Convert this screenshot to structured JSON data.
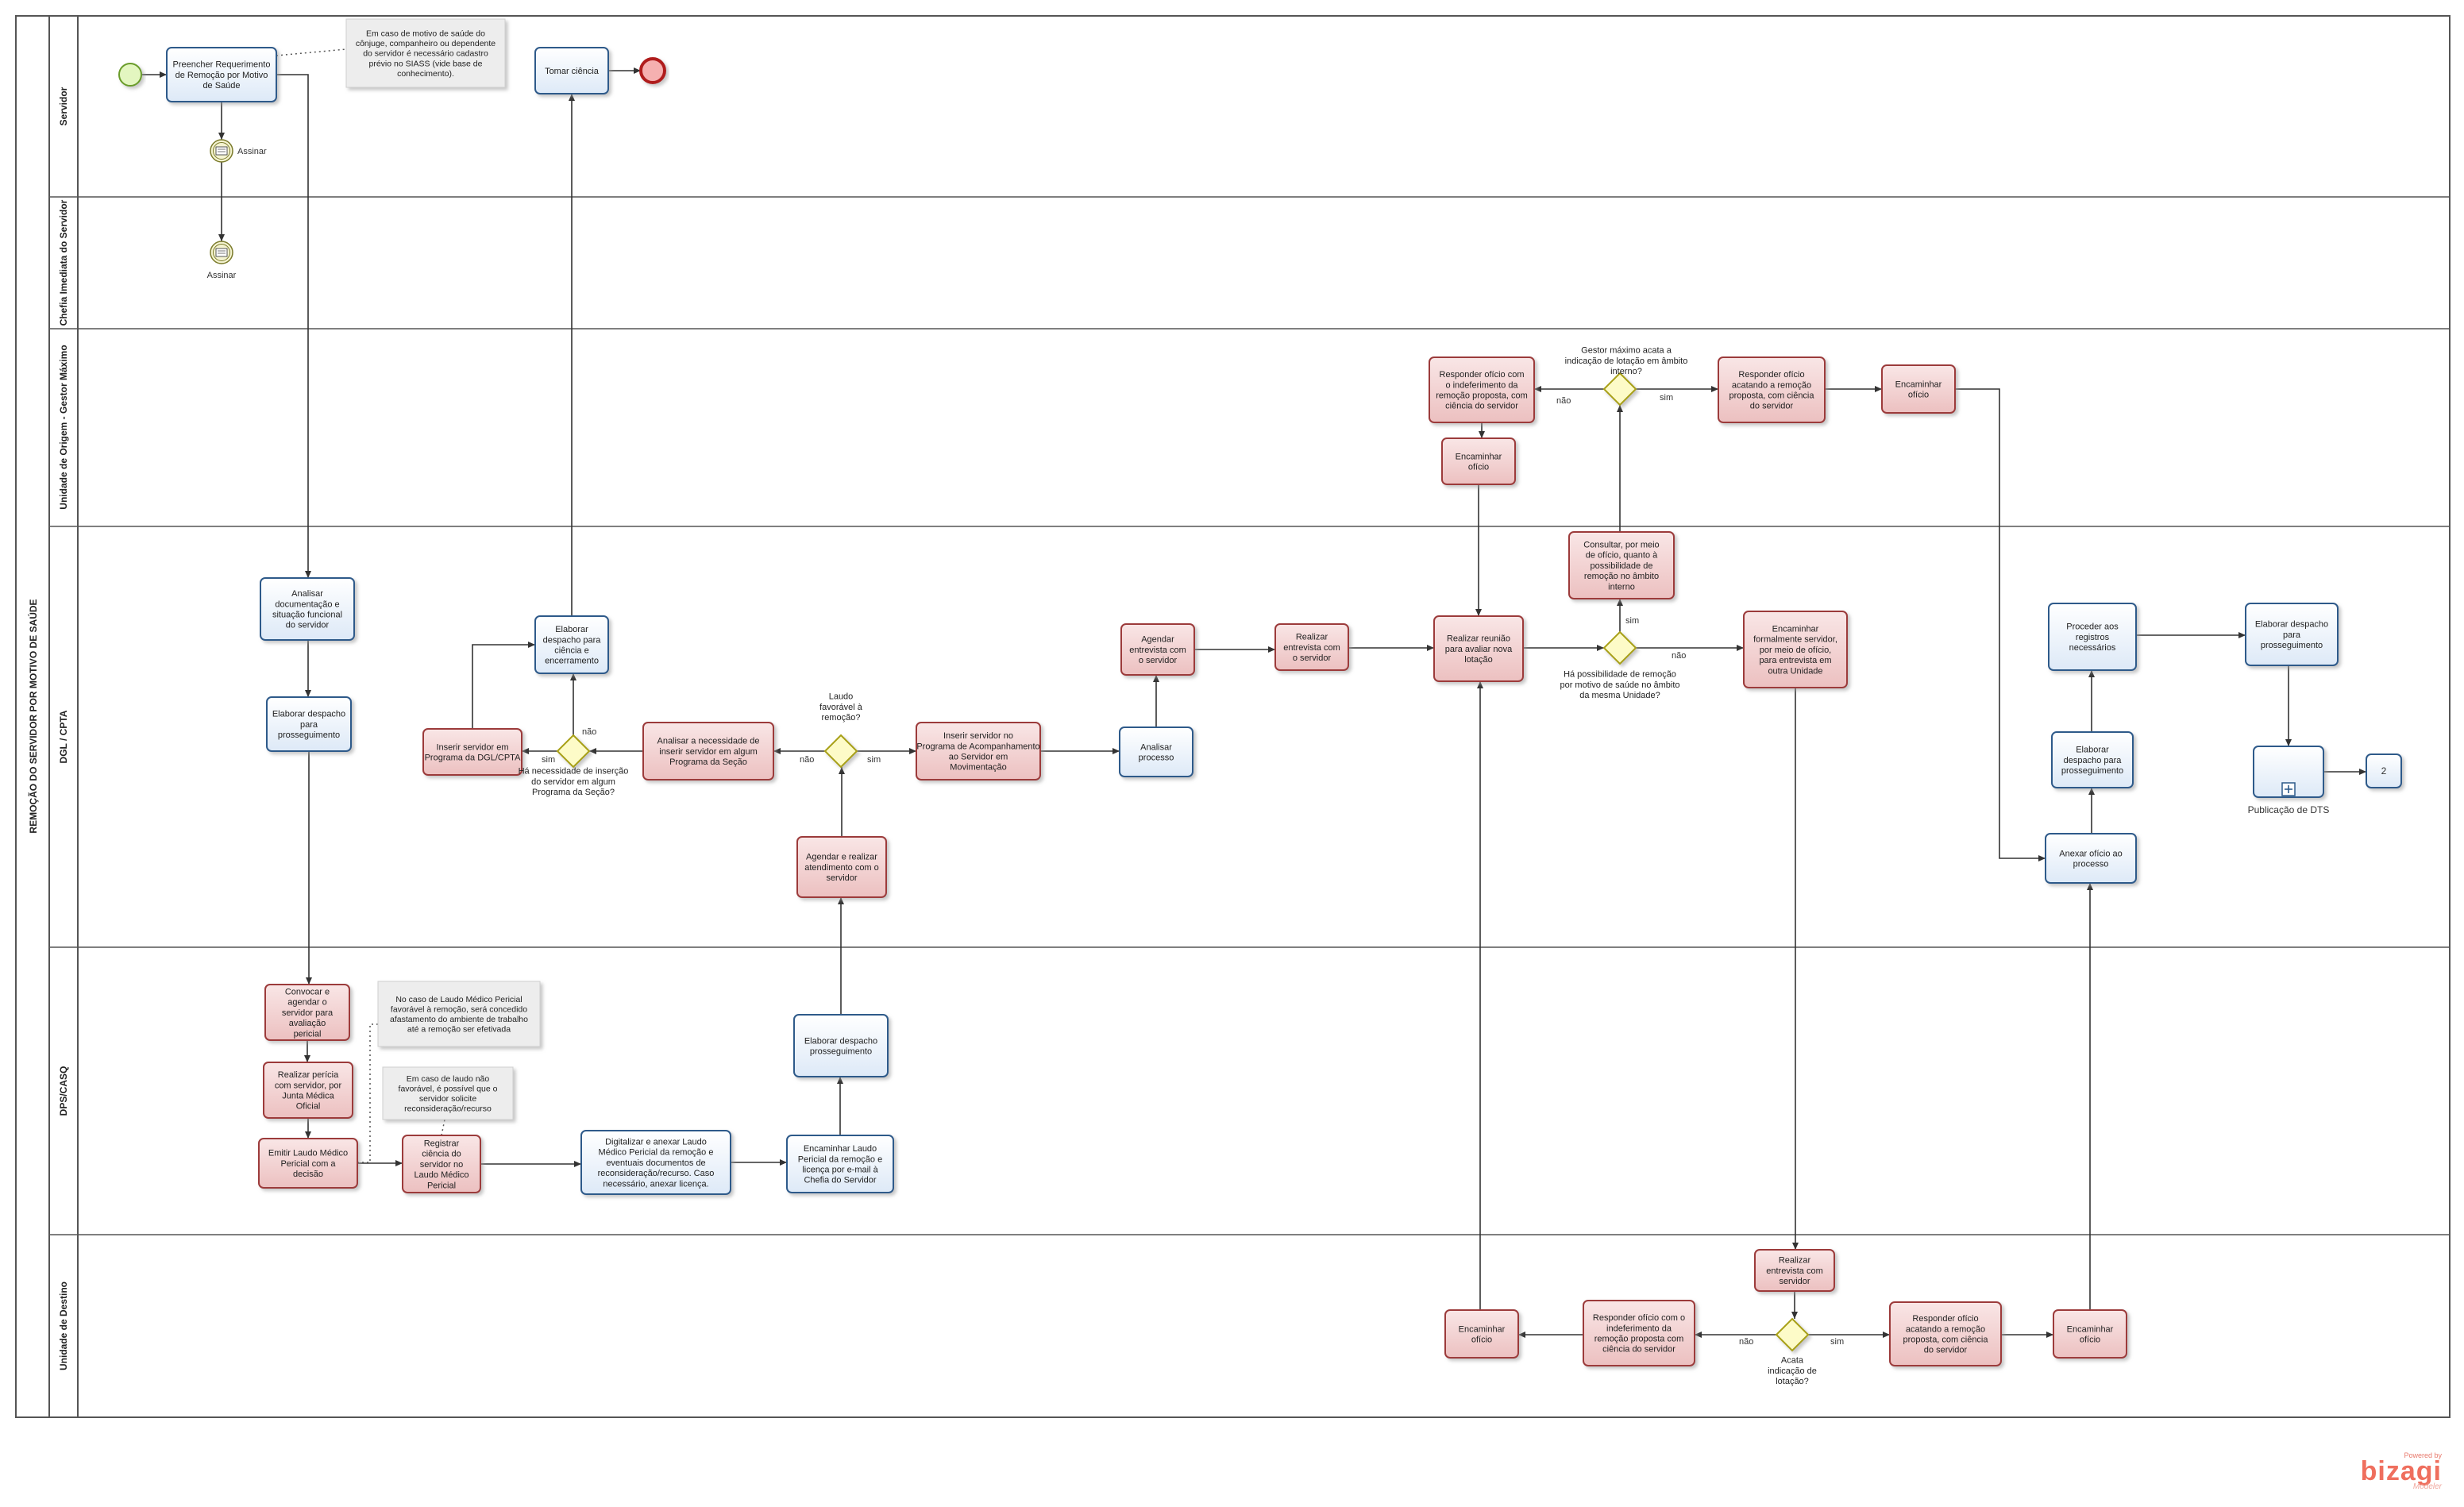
{
  "pool": {
    "title": "REMOÇÃO DO SERVIDOR POR MOTIVO DE SAÚDE"
  },
  "lanes": [
    {
      "id": "servidor",
      "label": "Servidor"
    },
    {
      "id": "chefia",
      "label": "Chefia Imediata do Servidor"
    },
    {
      "id": "origem",
      "label": "Unidade de Origem - Gestor Máximo"
    },
    {
      "id": "dgl",
      "label": "DGL / CPTA"
    },
    {
      "id": "dps",
      "label": "DPS/CASQ"
    },
    {
      "id": "destino",
      "label": "Unidade de Destino"
    }
  ],
  "tasks": {
    "t1": "Preencher  Requerimento de Remoção por Motivo de Saúde",
    "t2": "Tomar ciência",
    "t3": "Analisar documentação e situação funcional do servidor",
    "t4": "Elaborar despacho para prosseguimento",
    "t5": "Elaborar despacho para ciência e encerramento",
    "t6": "Inserir servidor em Programa da DGL/CPTA",
    "t7": "Analisar a necessidade de inserir servidor em algum Programa da Seção",
    "t8": "Inserir servidor no Programa de Acompanhamento ao Servidor em Movimentação",
    "t9": "Analisar processo",
    "t10": "Agendar entrevista com o servidor",
    "t11": "Realizar entrevista com o servidor",
    "t12": "Realizar reunião para avaliar nova lotação",
    "t13": "Consultar, por meio de ofício, quanto à possibilidade de remoção no âmbito interno",
    "t14": "Encaminhar formalmente servidor, por meio de ofício, para entrevista  em outra Unidade",
    "t15": "Responder ofício com o indeferimento da remoção proposta, com ciência do servidor",
    "t16": "Encaminhar ofício",
    "t17": "Responder ofício acatando a remoção proposta, com ciência do servidor",
    "t18": "Encaminhar ofício",
    "t19": "Proceder aos registros necessários",
    "t20": "Elaborar despacho para prosseguimento",
    "t21": "Anexar ofício ao processo",
    "t22": "Elaborar despacho para prosseguimento",
    "t23": "Agendar e realizar atendimento com o servidor",
    "t24": "Elaborar despacho prosseguimento",
    "t25": "Convocar e agendar o servidor para avaliação pericial",
    "t26": "Realizar perícia com servidor, por Junta Médica Oficial",
    "t27": "Emitir Laudo Médico Pericial com a decisão",
    "t28": "Registrar ciência do servidor no Laudo Médico Pericial",
    "t29": "Digitalizar e anexar Laudo Médico Pericial da remoção e eventuais documentos de reconsideração/recurso. Caso necessário, anexar licença.",
    "t30": "Encaminhar Laudo Pericial da remoção e licença por e-mail à Chefia do Servidor",
    "t31": "Realizar entrevista com servidor",
    "t32": "Responder ofício com o indeferimento da remoção proposta com ciência do servidor",
    "t33": "Encaminhar ofício",
    "t34": "Responder ofício acatando a remoção proposta, com ciência do servidor",
    "t35": "Encaminhar ofício"
  },
  "events": {
    "assinar_1": "Assinar",
    "assinar_2": "Assinar",
    "publicacao": "Publicação de DTS",
    "offpage": "2"
  },
  "gateways": {
    "g1": "Há necessidade de inserção do servidor em algum Programa da Seção?",
    "g2": "Laudo favorável à remoção?",
    "g3": "Há possibilidade de remoção por motivo de saúde no âmbito da mesma Unidade?",
    "g4": "Gestor máximo acata a indicação de lotação em âmbito interno?",
    "g5": "Acata indicação de lotação?"
  },
  "annotations": {
    "a1": "Em caso de motivo de saúde do cônjuge, companheiro ou dependente do servidor é necessário cadastro prévio no SIASS (vide base de conhecimento).",
    "a2": "No caso de Laudo Médico Pericial favorável à remoção, será concedido afastamento do ambiente de trabalho até a remoção ser efetivada",
    "a3": "Em caso de laudo não favorável, é possível que o servidor solicite reconsideração/recurso"
  },
  "flow_labels": {
    "g1_nao": "não",
    "g1_sim": "sim",
    "g2_nao": "não",
    "g2_sim": "sim",
    "g3_sim": "sim",
    "g3_nao": "não",
    "g4_nao": "não",
    "g4_sim": "sim",
    "g5_nao": "não",
    "g5_sim": "sim"
  },
  "branding": {
    "small": "Powered by",
    "name": "bizagi",
    "sub": "Modeler"
  },
  "colors": {
    "task_blue_fill": "#e9f1fb",
    "task_blue_stroke": "#2d5a8a",
    "task_red_fill": "#f4d5d5",
    "task_red_stroke": "#9c3b3b",
    "gateway_fill": "#fdfbc8",
    "gateway_stroke": "#a8a018",
    "start_fill": "#dff5b5",
    "start_stroke": "#6a9c2a",
    "end_fill": "#f1a0a0",
    "end_stroke": "#b01d1d",
    "lane_stroke": "#555555"
  }
}
